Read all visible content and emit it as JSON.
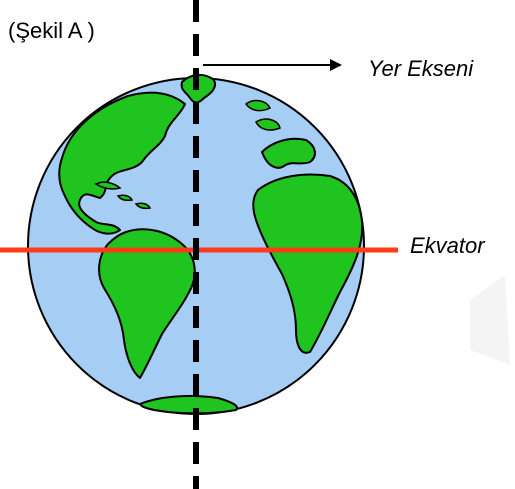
{
  "figure_label": "(Şekil A )",
  "axis_label": "Yer Ekseni",
  "equator_label": "Ekvator",
  "colors": {
    "ocean": "#a6cdf4",
    "land": "#1fc41f",
    "outline": "#000000",
    "equator": "#ff3b1a",
    "axis": "#000000"
  }
}
